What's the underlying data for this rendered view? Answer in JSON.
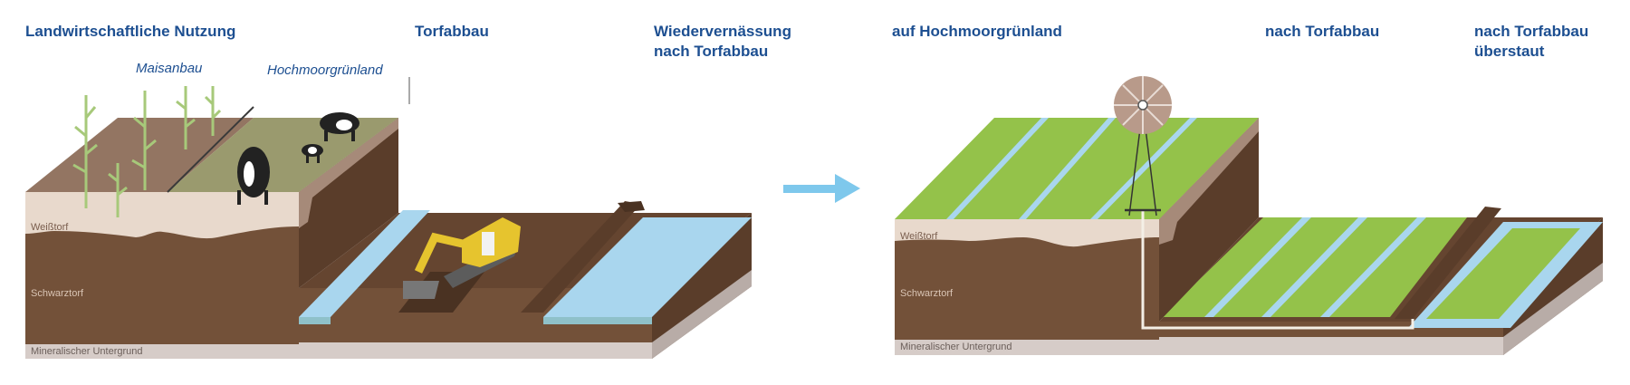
{
  "before": {
    "titles": {
      "agriculture": "Landwirtschaftliche Nutzung",
      "peat_extraction": "Torfabbau",
      "rewetting_1": "Wiedervernässung",
      "rewetting_2": "nach Torfabbau"
    },
    "subtitles": {
      "maize": "Maisanbau",
      "grassland": "Hochmoorgrünland"
    },
    "layers": {
      "white_peat": "Weißtorf",
      "black_peat": "Schwarztorf",
      "mineral": "Mineralischer Untergrund"
    }
  },
  "after": {
    "titles": {
      "grassland": "auf Hochmoorgrünland",
      "after_extraction": "nach Torfabbau",
      "flooded_1": "nach Torfabbau",
      "flooded_2": "überstaut"
    },
    "layers": {
      "white_peat": "Weißtorf",
      "black_peat": "Schwarztorf",
      "mineral": "Mineralischer Untergrund"
    }
  },
  "colors": {
    "title": "#1d4f91",
    "water": "#a9d6ee",
    "grass": "#94c24a",
    "peat": "#735139",
    "dark_peat": "#5a3d2a",
    "white_peat": "#e8d9cc",
    "mineral": "#d6ccc8",
    "arrow": "#7ec8ec"
  }
}
